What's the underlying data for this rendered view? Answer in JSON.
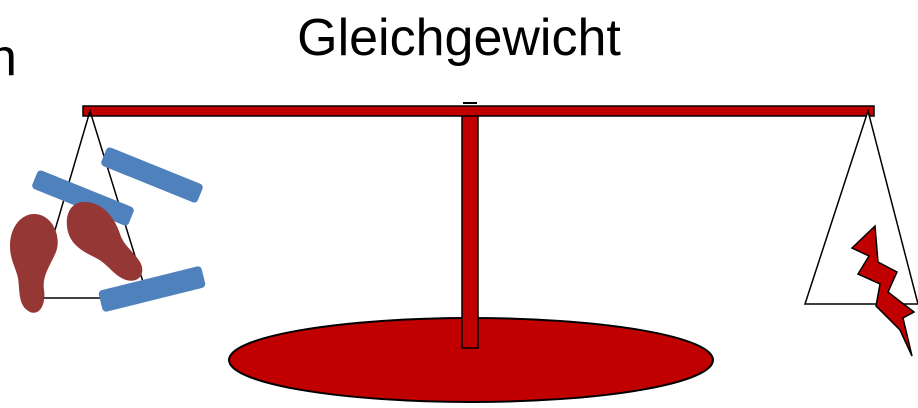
{
  "title": "Gleichgewicht",
  "edge_fragment": "h",
  "colors": {
    "beam": "#c00000",
    "stroke": "#000000",
    "blue_blocks": "#4f81bd",
    "brown_feet": "#953735",
    "lightning": "#c00000"
  },
  "icons": {
    "left_pan_items": [
      "rectangle-block",
      "footprint",
      "rectangle-block",
      "footprint",
      "rectangle-block"
    ],
    "right_pan_items": [
      "lightning-bolt"
    ]
  }
}
